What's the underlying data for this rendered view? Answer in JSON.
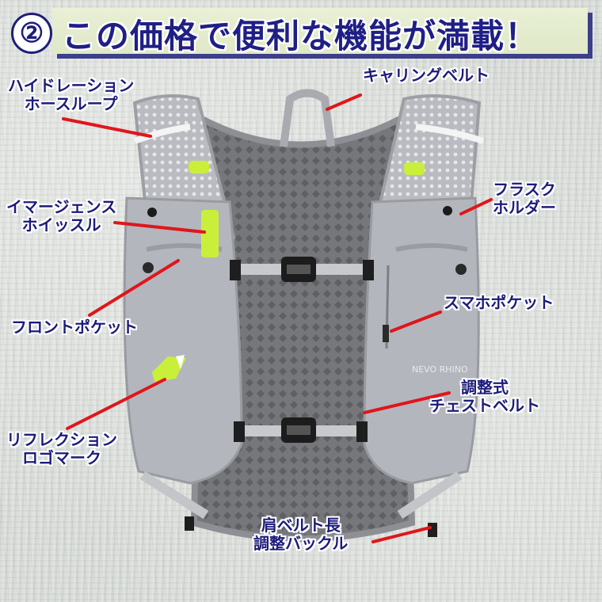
{
  "title": {
    "number": "②",
    "text": "この価格で便利な機能が満載！"
  },
  "product": {
    "brand_print": "NEVO RHINO"
  },
  "labels": {
    "hydration_hose_loop": [
      "ハイドレーション",
      "ホースループ"
    ],
    "carrying_belt": [
      "キャリングベルト"
    ],
    "emergency_whistle": [
      "イマージェンス",
      "ホイッスル"
    ],
    "flask_holder": [
      "フラスク",
      "ホルダー"
    ],
    "front_pocket": [
      "フロントポケット"
    ],
    "phone_pocket": [
      "スマホポケット"
    ],
    "adjustable_chest_belt": [
      "調整式",
      "チェストベルト"
    ],
    "reflective_logo": [
      "リフレクション",
      "ロゴマーク"
    ],
    "shoulder_belt_buckle": [
      "肩ベルト長",
      "調整バックル"
    ]
  },
  "colors": {
    "title_text": "#1f1f86",
    "title_bg": "#e4ecd0",
    "label_text": "#1c1c7a",
    "leader_line": "#e0161b",
    "vest_gray": "#b4b6bd",
    "mesh_dark": "#6e6f73",
    "accent_lime": "#c9ef3a"
  }
}
